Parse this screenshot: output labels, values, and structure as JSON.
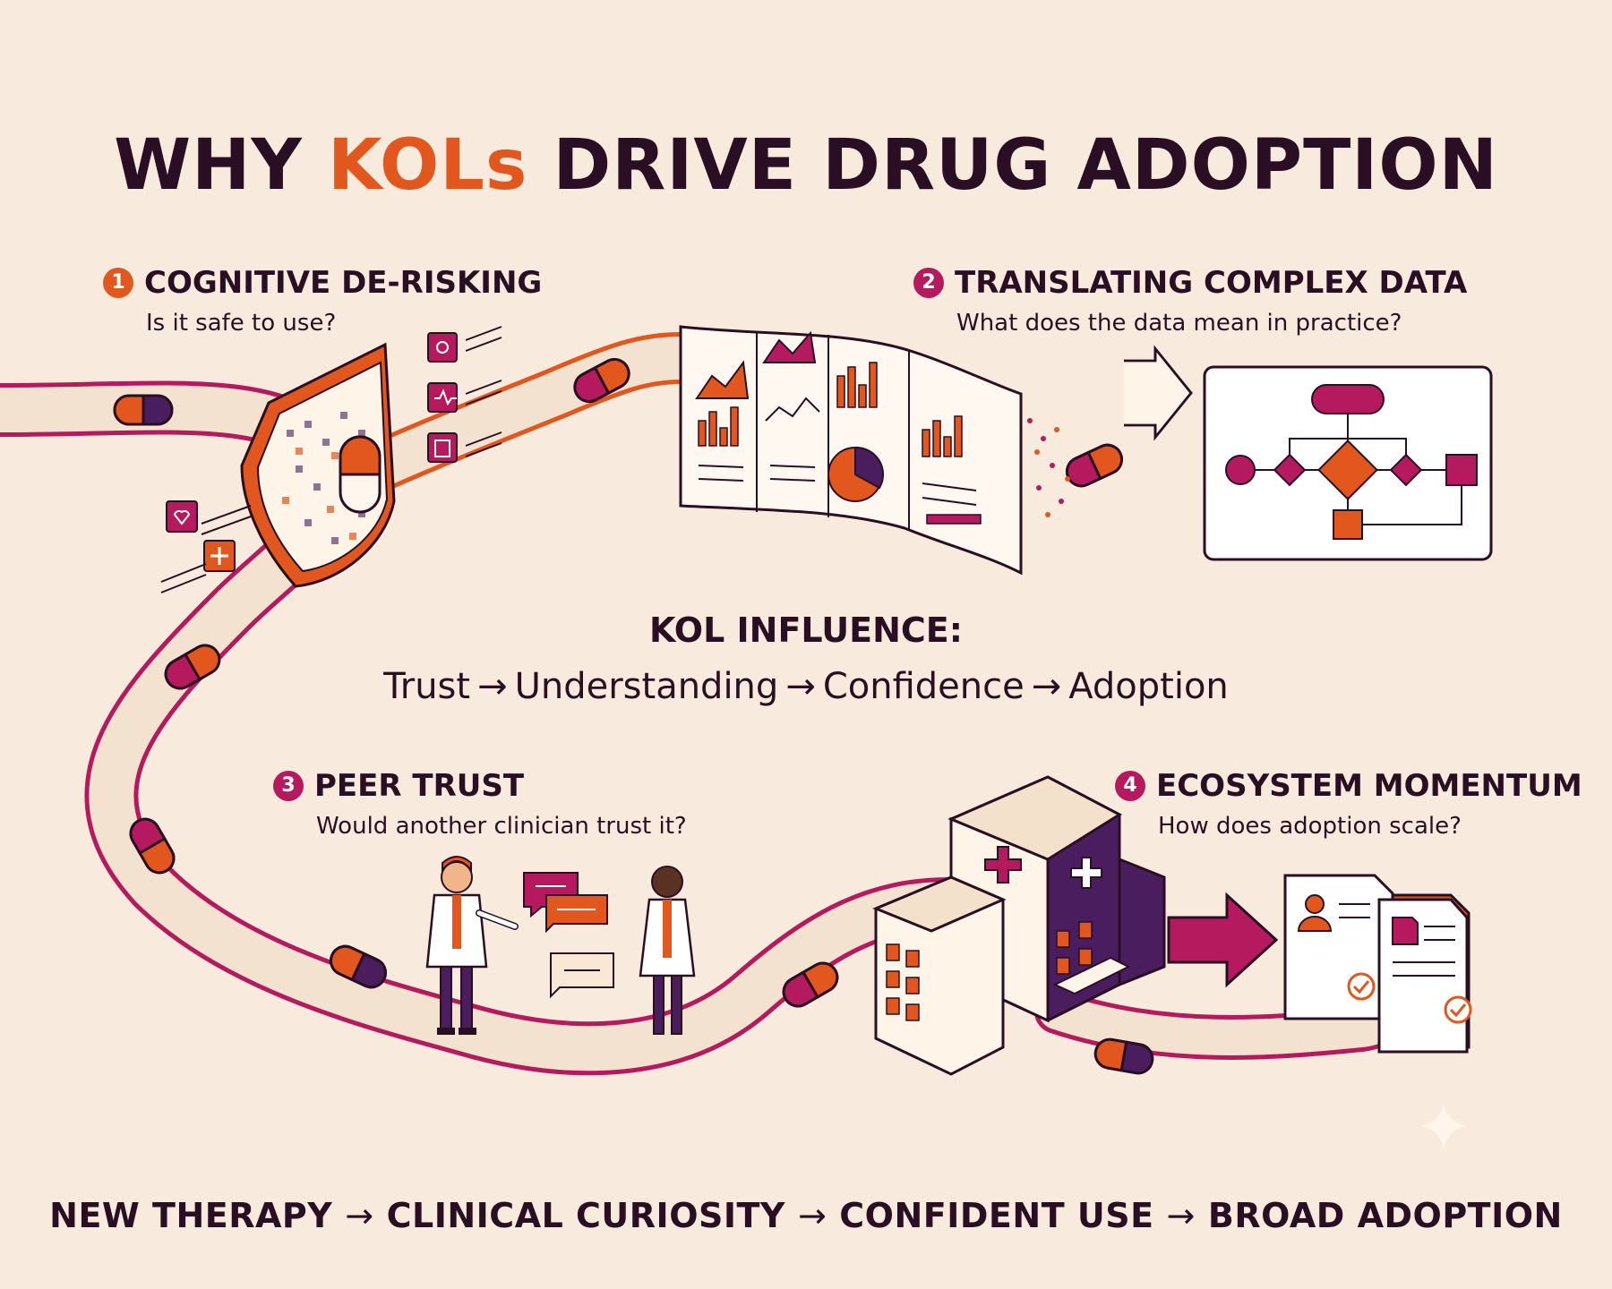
{
  "title": {
    "before": "WHY ",
    "accent": "KOLs",
    "after": " DRIVE DRUG ADOPTION"
  },
  "steps": [
    {
      "number": "1",
      "heading": "COGNITIVE DE-RISKING",
      "question": "Is it safe to use?"
    },
    {
      "number": "2",
      "heading": "TRANSLATING COMPLEX DATA",
      "question": "What does the data mean in practice?"
    },
    {
      "number": "3",
      "heading": "PEER TRUST",
      "question": "Would another clinician trust it?"
    },
    {
      "number": "4",
      "heading": "ECOSYSTEM MOMENTUM",
      "question": "How does adoption scale?"
    }
  ],
  "kol_influence": {
    "heading": "KOL INFLUENCE:",
    "flow": [
      "Trust",
      "Understanding",
      "Confidence",
      "Adoption"
    ]
  },
  "journey": [
    "NEW THERAPY",
    "CLINICAL CURIOSITY",
    "CONFIDENT USE",
    "BROAD ADOPTION"
  ],
  "arrow_glyph": "→",
  "colors": {
    "background": "#f8ebdd",
    "dark": "#2a0f24",
    "orange": "#e2571e",
    "magenta": "#b5195e",
    "purple": "#4a1d5e",
    "road": "#f2e2cf"
  },
  "icons": {
    "step1": "shield-icon",
    "step2": "data-report-icon",
    "step3": "clinicians-conversation-icon",
    "step4": "hospital-icon"
  }
}
